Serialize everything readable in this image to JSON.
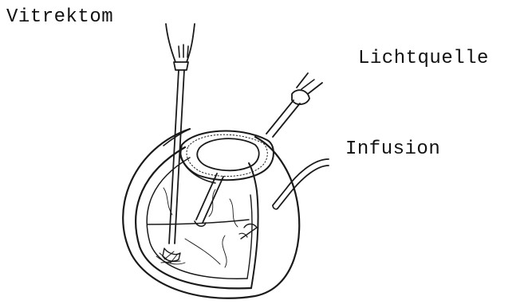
{
  "labels": {
    "vitrektom": "Vitrektom",
    "lichtquelle": "Lichtquelle",
    "infusion": "Infusion"
  },
  "colors": {
    "line": "#1a1a1a",
    "background": "#ffffff"
  }
}
